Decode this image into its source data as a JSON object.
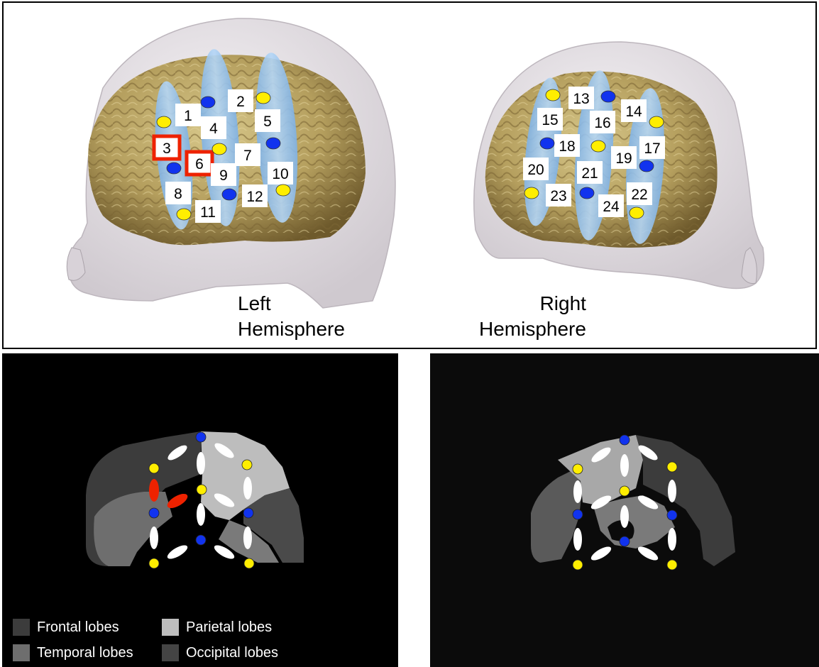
{
  "captions": {
    "left_line1": "Left",
    "left_line2": "Hemisphere",
    "right_line1": "Right",
    "right_line2": "Hemisphere"
  },
  "channels": {
    "left": [
      "1",
      "2",
      "3",
      "4",
      "5",
      "6",
      "7",
      "8",
      "9",
      "10",
      "11",
      "12"
    ],
    "right": [
      "13",
      "14",
      "15",
      "16",
      "17",
      "18",
      "19",
      "20",
      "21",
      "22",
      "23",
      "24"
    ],
    "highlighted": [
      "3",
      "6"
    ]
  },
  "legend": [
    {
      "label": "Frontal lobes",
      "color": "#3c3c3c"
    },
    {
      "label": "Parietal lobes",
      "color": "#bdbdbd"
    },
    {
      "label": "Temporal lobes",
      "color": "#6e6e6e"
    },
    {
      "label": "Occipital lobes",
      "color": "#444444"
    }
  ],
  "colors": {
    "source_optode": "#ffee00",
    "detector_optode": "#1133ee",
    "highlight": "#ee2200",
    "probe_band": "#9cc6ef",
    "brain": "#b59f5e",
    "head": "#e8e4e8"
  }
}
